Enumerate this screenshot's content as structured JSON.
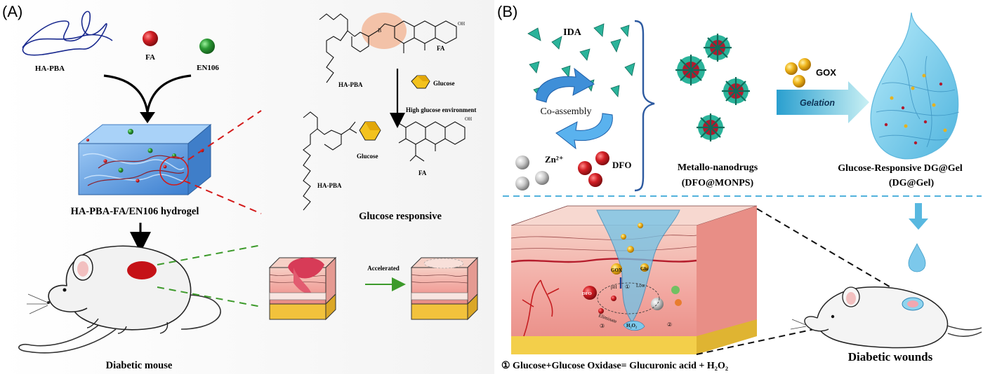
{
  "panelA": {
    "tag": "(A)",
    "materials": {
      "hapba": "HA-PBA",
      "fa": "FA",
      "en106": "EN106"
    },
    "hydrogel_label": "HA-PBA-FA/EN106 hydrogel",
    "mouse_label": "Diabetic mouse",
    "chem": {
      "top_hapba": "HA-PBA",
      "top_fa": "FA",
      "glucose_legend": "Glucose",
      "environment": "High glucose environment",
      "bottom_glucose": "Glucose",
      "bottom_hapba": "HA-PBA",
      "bottom_fa": "FA",
      "boron_top": "B",
      "hydroxyl": "OH",
      "caption": "Glucose responsive"
    },
    "wound": {
      "arrow_label": "Accelerated"
    }
  },
  "panelB": {
    "tag": "(B)",
    "ida": "IDA",
    "coassembly": "Co-assembly",
    "zn": "Zn²⁺",
    "dfo": "DFO",
    "nanodrug_line1": "Metallo-nanodrugs",
    "nanodrug_line2": "(DFO@MONPS)",
    "gox": "GOX",
    "gelation": "Gelation",
    "gel_line1": "Glucose-Responsive DG@Gel",
    "gel_line2": "(DG@Gel)",
    "skin_labels": {
      "gox": "GOX",
      "glu": "Glu",
      "ph": "pH",
      "low": "Low",
      "dfo": "DFO",
      "eliminate": "Eliminate",
      "h2o2": "H₂O₂",
      "step1": "①",
      "step2": "②",
      "step3": "③"
    },
    "equation": "① Glucose+Glucose Oxidase= Glucuronic acid + H₂O₂",
    "wounds_label": "Diabetic wounds"
  },
  "colors": {
    "fa_red": "#c0171c",
    "en106_green": "#2c9a35",
    "hydrogel_blue": "#5f9fe3",
    "glucose_yellow": "#f2c12e",
    "ida_teal": "#2bb39a",
    "arrow_blue": "#58b8e0",
    "gel_blue": "#8dd6ef",
    "skin_pink": "#f4b3ab",
    "fat_yellow": "#f2d25a"
  }
}
